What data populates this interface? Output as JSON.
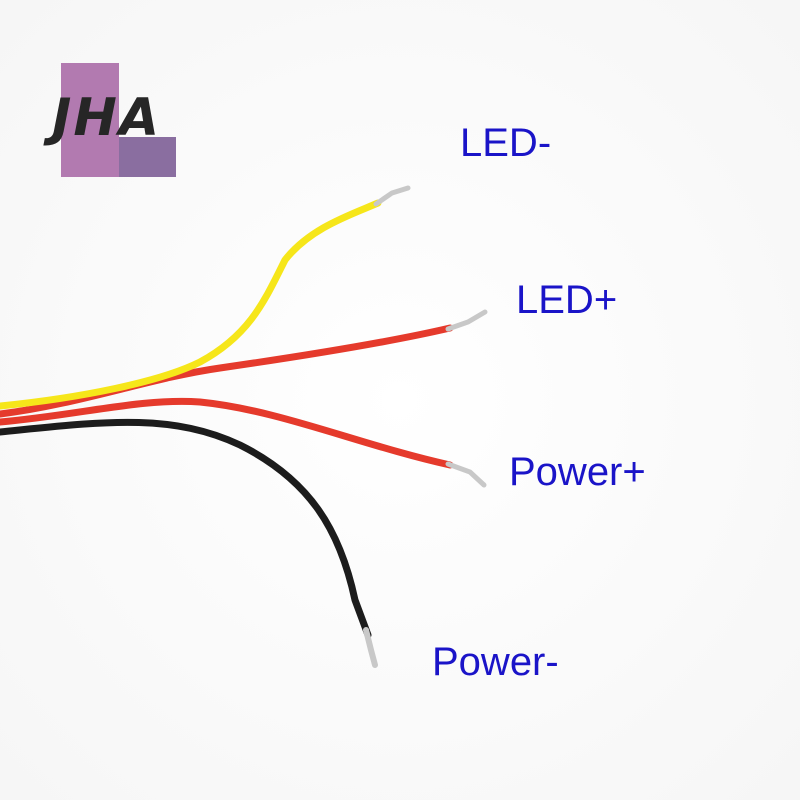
{
  "logo": {
    "text": "JHA",
    "colors": {
      "square_primary": "#b27ab0",
      "square_secondary": "#8a6ea0",
      "text": "#262626"
    }
  },
  "labels": {
    "led_minus": "LED-",
    "led_plus": "LED+",
    "power_plus": "Power+",
    "power_minus": "Power-",
    "color": "#1a14c8"
  },
  "wires": {
    "yellow": "#f6e61a",
    "red": "#e53a2c",
    "black": "#1c1c1c",
    "tip": "#c8c8c8"
  }
}
